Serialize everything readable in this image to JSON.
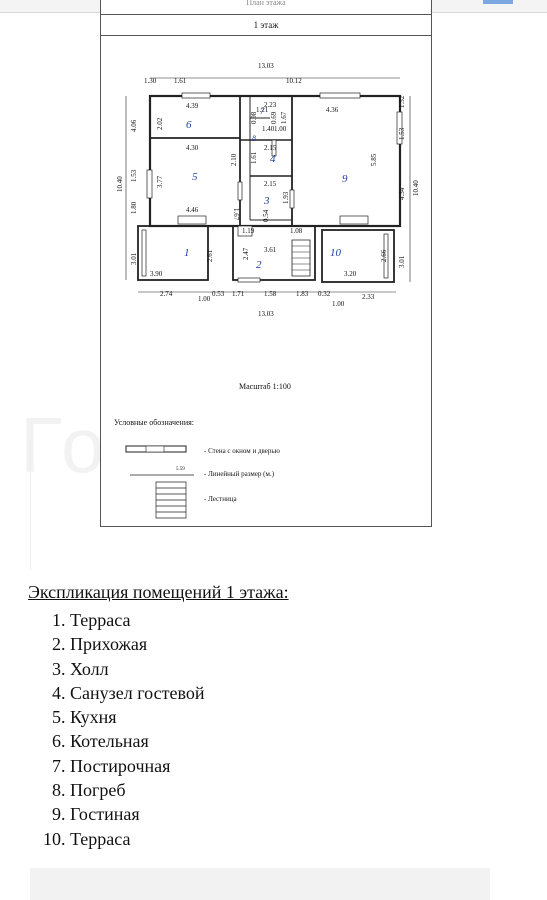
{
  "plan": {
    "header_partial": "План этажа",
    "floor_title": "1 этаж",
    "scale": "Масштаб 1:100",
    "dims": {
      "top_total": "13.03",
      "bottom_total": "13.03",
      "t1": "1.30",
      "t2": "1.61",
      "t3": "10.12",
      "r6w": "4.39",
      "r7a": "2.23",
      "r7b": "0.98",
      "r7c": "1.21",
      "r7d": "0.69",
      "r7e": "1.67",
      "r8a": "1.40",
      "r8b": "1.00",
      "r9w": "4.36",
      "r9h": "5.85",
      "r6h": "2.02",
      "r5w": "4.30",
      "r5h": "3.77",
      "r5d": "2.10",
      "r5b": "4.46",
      "r5x": "1.67",
      "r4w": "2.15",
      "r4h": "1.61",
      "r3w": "2.15",
      "r3h": "1.93",
      "r3x": "0.54",
      "left1": "4.06",
      "left2": "1.80",
      "left3": "10.40",
      "left4": "1.53",
      "left5": "3.01",
      "right1": "1.52",
      "right2": "1.53",
      "right3": "4.34",
      "right4": "10.40",
      "right5": "3.01",
      "r2a": "1.19",
      "r2b": "1.08",
      "r2c": "2.47",
      "r2d": "3.61",
      "r1h": "2.61",
      "r1w": "3.90",
      "r10h": "2.66",
      "r10w": "3.20",
      "b1": "2.74",
      "b2": "1.00",
      "b3": "0.53",
      "b4": "1.71",
      "b5": "1.58",
      "b6": "1.83",
      "b7": "0.32",
      "b8": "1.00",
      "b9": "2.33"
    },
    "rooms": {
      "n1": "1",
      "n2": "2",
      "n3": "3",
      "n4": "4",
      "n5": "5",
      "n6": "6",
      "n7": "7",
      "n8": "8",
      "n9": "9",
      "n10": "10"
    },
    "legend": {
      "title": "Условные обозначения:",
      "wall": "- Стена с окном и дверью",
      "dimension": "- Линейный размер (м.)",
      "dimension_sample": "5.59",
      "stairs": "- Лестница"
    }
  },
  "watermark": "Горобмен",
  "explication": {
    "title": "Экспликация помещений 1 этажа:",
    "items": [
      "Терраса",
      "Прихожая",
      "Холл",
      "Санузел гостевой",
      "Кухня",
      "Котельная",
      "Постирочная",
      "Погреб",
      "Гостиная",
      "Терраса"
    ]
  }
}
